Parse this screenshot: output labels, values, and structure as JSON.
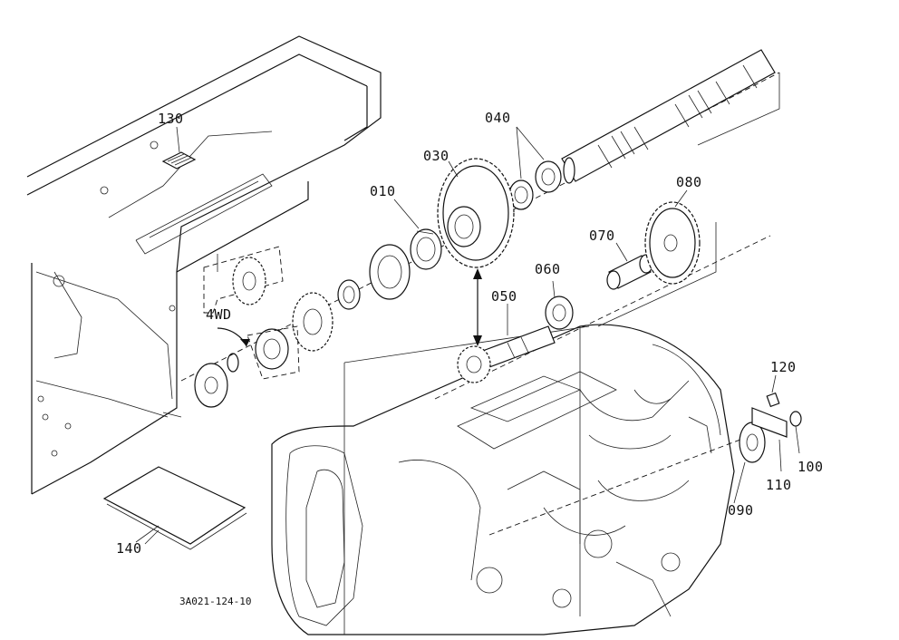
{
  "part_labels": {
    "p010": "010",
    "p030": "030",
    "p040": "040",
    "p050": "050",
    "p060": "060",
    "p070": "070",
    "p080": "080",
    "p090": "090",
    "p100": "100",
    "p110": "110",
    "p120": "120",
    "p130": "130",
    "p140": "140"
  },
  "option_label": "4WD",
  "diagram_code": "3A021-124-10"
}
